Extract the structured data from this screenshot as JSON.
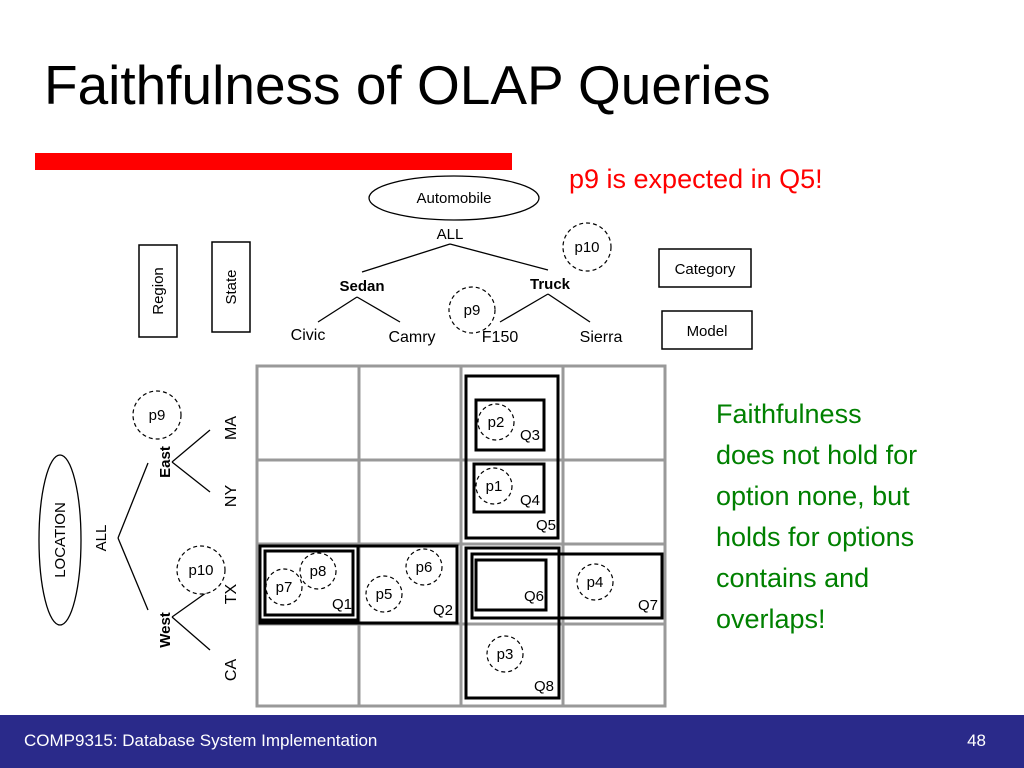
{
  "title": "Faithfulness of OLAP Queries",
  "callouts": {
    "expected": "p9 is expected in Q5!",
    "faithfulness_lines": [
      "Faithfulness",
      "does not hold for",
      "option none, but",
      "holds for options",
      "contains and",
      "overlaps!"
    ]
  },
  "colors": {
    "title_rule": "#ff0000",
    "expected_text": "#ff0000",
    "faithfulness_text": "#008000",
    "footer_bg": "#2a2a8a"
  },
  "automobile_hierarchy": {
    "root": "Automobile",
    "all": "ALL",
    "groups": [
      "Sedan",
      "Truck"
    ],
    "models": [
      "Civic",
      "Camry",
      "F150",
      "Sierra"
    ]
  },
  "location_hierarchy": {
    "root": "LOCATION",
    "all": "ALL",
    "groups": [
      "East",
      "West"
    ],
    "states": [
      "MA",
      "NY",
      "TX",
      "CA"
    ]
  },
  "level_boxes": [
    "Region",
    "State",
    "Category",
    "Model"
  ],
  "points": [
    "p1",
    "p2",
    "p3",
    "p4",
    "p5",
    "p6",
    "p7",
    "p8",
    "p9",
    "p9",
    "p10",
    "p10"
  ],
  "queries": [
    "Q1",
    "Q2",
    "Q3",
    "Q4",
    "Q5",
    "Q6",
    "Q7",
    "Q8"
  ],
  "footer": {
    "course": "COMP9315: Database System Implementation",
    "page": "48"
  }
}
